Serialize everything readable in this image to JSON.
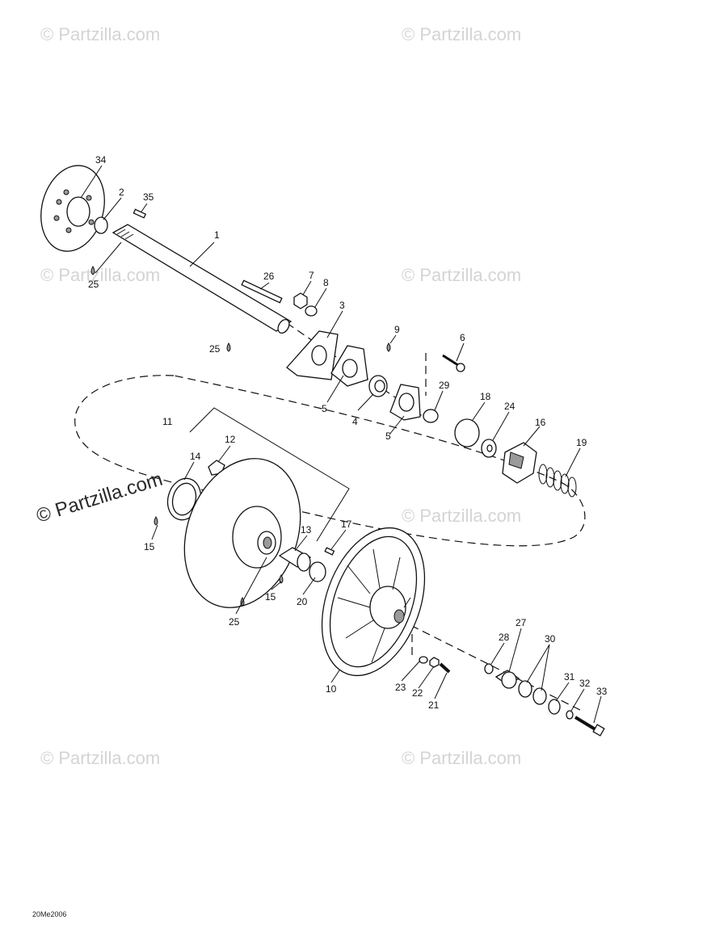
{
  "watermarks": {
    "small": "© Partzilla.com",
    "large": "© Partzilla.com"
  },
  "drawing_code": "20Me2006",
  "callouts": [
    "34",
    "2",
    "35",
    "1",
    "25",
    "26",
    "7",
    "8",
    "3",
    "25",
    "9",
    "6",
    "5",
    "4",
    "29",
    "18",
    "24",
    "16",
    "5",
    "19",
    "11",
    "12",
    "14",
    "15",
    "13",
    "17",
    "15",
    "20",
    "25",
    "10",
    "28",
    "27",
    "30",
    "23",
    "22",
    "21",
    "31",
    "32",
    "33"
  ],
  "colors": {
    "ink": "#111111",
    "watermark": "#d4d4d4"
  }
}
